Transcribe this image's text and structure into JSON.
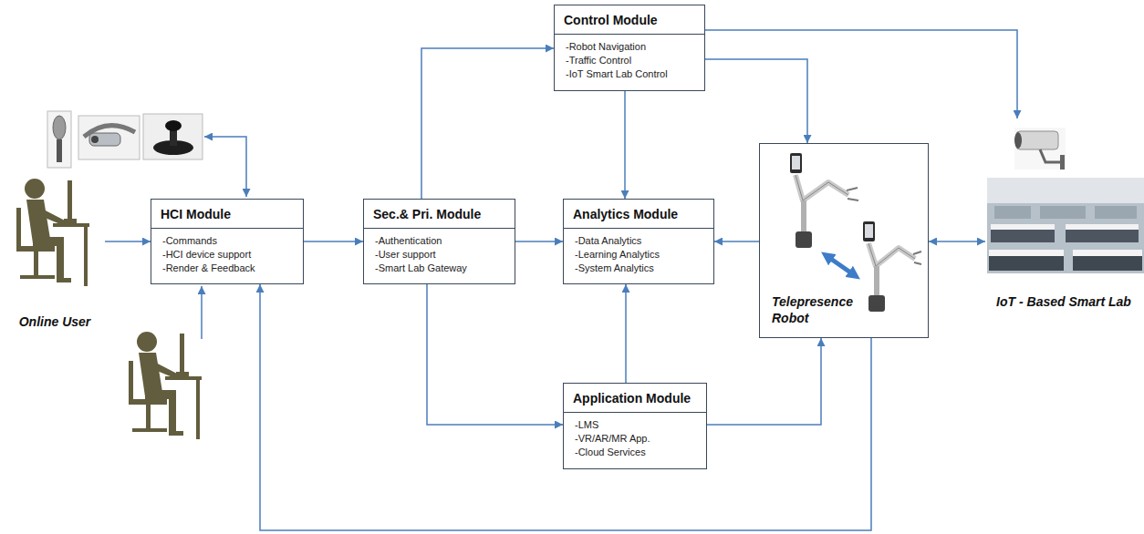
{
  "diagram": {
    "nodes": [
      {
        "text": [
          "Online User"
        ]
      },
      {
        "text": [
          "HCI Module",
          "-Commands",
          "-HCI device support",
          "-Render & Feedback"
        ]
      },
      {
        "text": [
          "Sec.& Pri. Module",
          "-Authentication",
          "-User support",
          "-Smart Lab Gateway"
        ]
      },
      {
        "text": [
          "Control Module",
          "-Robot Navigation",
          "-Traffic Control",
          "-IoT Smart Lab Control"
        ]
      },
      {
        "text": [
          "Analytics Module",
          "-Data Analytics",
          "-Learning Analytics",
          "-System Analytics"
        ]
      },
      {
        "text": [
          "Application Module",
          "-LMS",
          "-VR/AR/MR App.",
          "-Cloud Services"
        ]
      },
      {
        "text": [
          "Telepresence Robot"
        ]
      },
      {
        "text": [
          "IoT - Based Smart Lab"
        ]
      }
    ],
    "edges": [
      {
        "from": 0,
        "to": 1,
        "arrow": "to"
      },
      {
        "from": 1,
        "to": 2,
        "arrow": "to"
      },
      {
        "from": 2,
        "to": 3,
        "arrow": "to"
      },
      {
        "from": 2,
        "to": 4,
        "arrow": "to"
      },
      {
        "from": 2,
        "to": 5,
        "arrow": "to"
      },
      {
        "from": 3,
        "to": 4,
        "arrow": "to"
      },
      {
        "from": 3,
        "to": 6,
        "arrow": "to"
      },
      {
        "from": 3,
        "to": 7,
        "arrow": "to"
      },
      {
        "from": 5,
        "to": 4,
        "arrow": "to"
      },
      {
        "from": 5,
        "to": 6,
        "arrow": "to"
      },
      {
        "from": 6,
        "to": 4,
        "arrow": "to"
      },
      {
        "from": 6,
        "to": 7,
        "arrow": "both"
      },
      {
        "from": 6,
        "to": 1,
        "arrow": "to"
      }
    ]
  }
}
